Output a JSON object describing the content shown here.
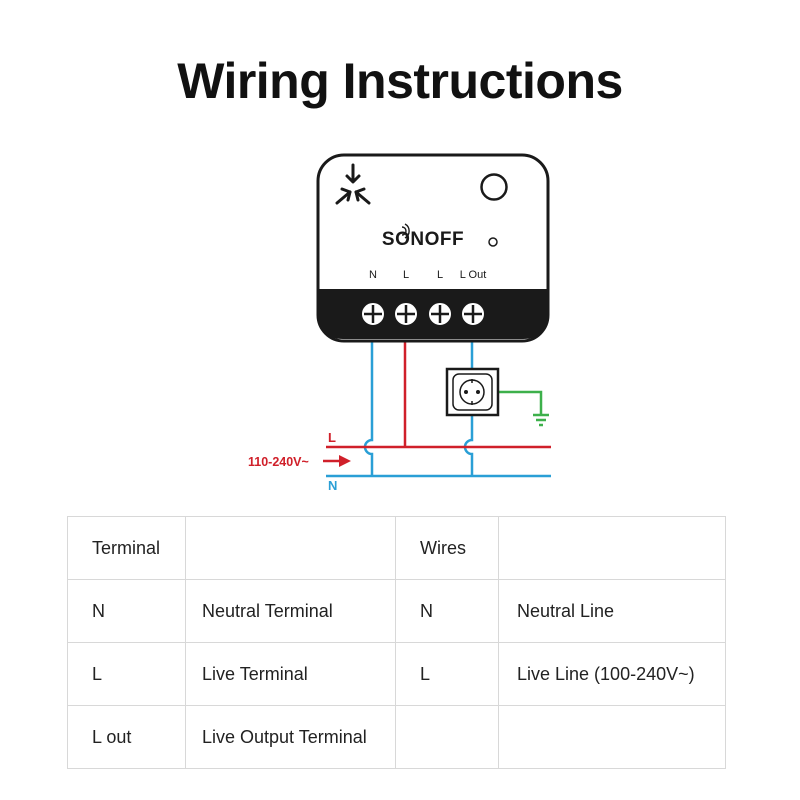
{
  "title": "Wiring Instructions",
  "device": {
    "brand": "SONOFF",
    "terminals": [
      "N",
      "L",
      "L",
      "L Out"
    ]
  },
  "circuit": {
    "live_label": "L",
    "neutral_label": "N",
    "voltage_label": "110-240V~",
    "live_color": "#d0202a",
    "neutral_color": "#2a9fd6",
    "earth_color": "#3db04b"
  },
  "table": {
    "headers": [
      "Terminal",
      "",
      "Wires",
      ""
    ],
    "rows": [
      [
        "N",
        "Neutral Terminal",
        "N",
        "Neutral Line"
      ],
      [
        "L",
        "Live Terminal",
        "L",
        "Live Line (100-240V~)"
      ],
      [
        "L out",
        "Live Output Terminal",
        "",
        ""
      ]
    ]
  }
}
